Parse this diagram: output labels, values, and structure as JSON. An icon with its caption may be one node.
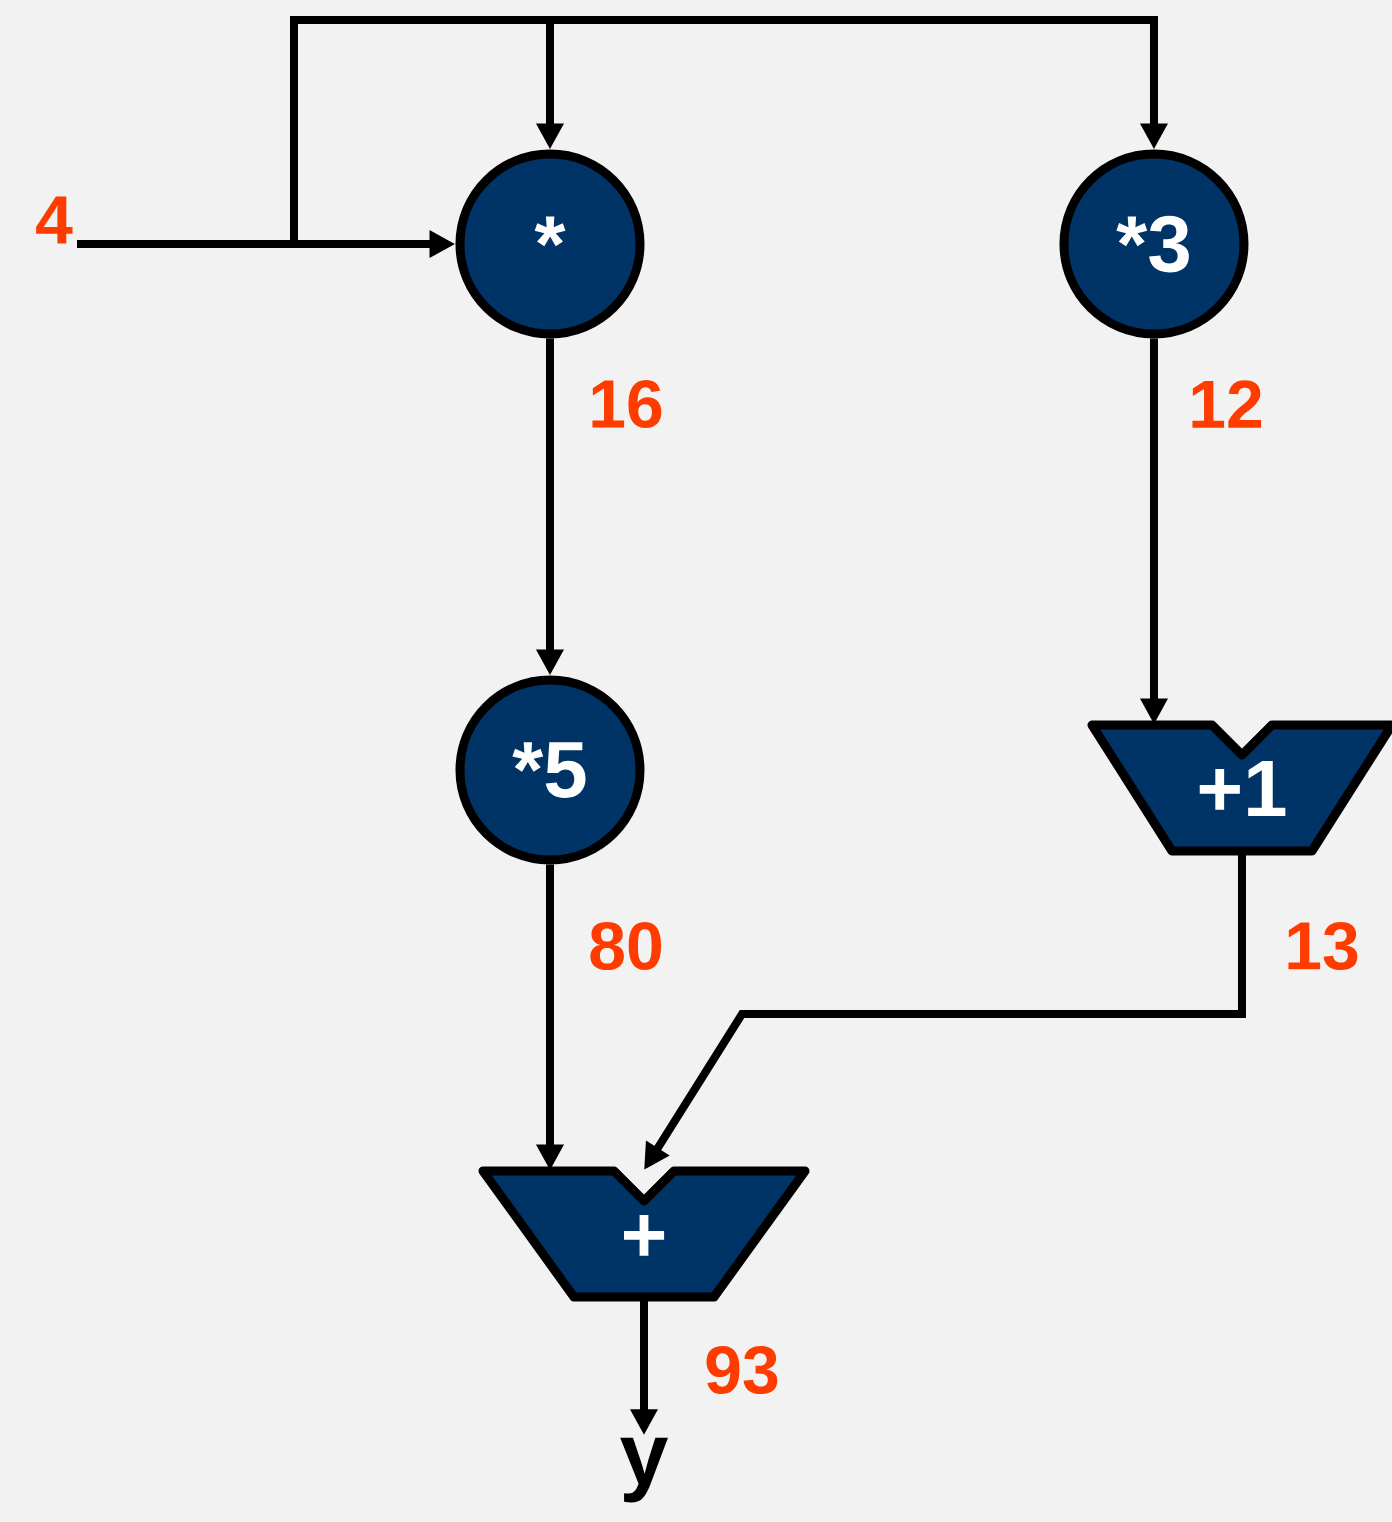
{
  "diagram": {
    "nodes": [
      {
        "text": [
          "4"
        ]
      },
      {
        "text": [
          "*"
        ]
      },
      {
        "text": [
          "*3"
        ]
      },
      {
        "text": [
          "*5"
        ]
      },
      {
        "text": [
          "+1"
        ]
      },
      {
        "text": [
          "+"
        ]
      },
      {
        "text": [
          "y"
        ]
      }
    ],
    "edges": [
      {
        "from": 0,
        "to": 1,
        "arrow": "to"
      },
      {
        "from": 0,
        "to": 1,
        "arrow": "to"
      },
      {
        "from": 0,
        "to": 2,
        "arrow": "to"
      },
      {
        "from": 1,
        "to": 3,
        "arrow": "to",
        "label": "16"
      },
      {
        "from": 2,
        "to": 4,
        "arrow": "to",
        "label": "12"
      },
      {
        "from": 3,
        "to": 5,
        "arrow": "to",
        "label": "80"
      },
      {
        "from": 4,
        "to": 5,
        "arrow": "to",
        "label": "13"
      },
      {
        "from": 5,
        "to": 6,
        "arrow": "to",
        "label": "93"
      }
    ]
  }
}
